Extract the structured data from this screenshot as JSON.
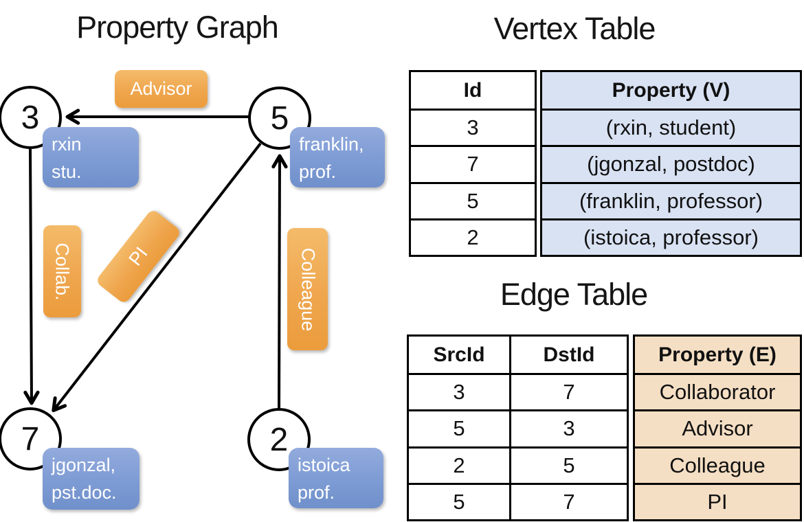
{
  "graph": {
    "title": "Property Graph",
    "vertices": [
      {
        "id": "3",
        "property_lines": [
          "rxin",
          "stu."
        ]
      },
      {
        "id": "5",
        "property_lines": [
          "franklin,",
          "prof."
        ]
      },
      {
        "id": "7",
        "property_lines": [
          "jgonzal,",
          "pst.doc."
        ]
      },
      {
        "id": "2",
        "property_lines": [
          "istoica",
          "prof."
        ]
      }
    ],
    "edges": [
      {
        "src": "5",
        "dst": "3",
        "label": "Advisor"
      },
      {
        "src": "3",
        "dst": "7",
        "label": "Collab."
      },
      {
        "src": "5",
        "dst": "7",
        "label": "PI"
      },
      {
        "src": "2",
        "dst": "5",
        "label": "Colleague"
      }
    ]
  },
  "vertex_table": {
    "title": "Vertex Table",
    "headers": {
      "id": "Id",
      "property": "Property (V)"
    },
    "rows": [
      {
        "id": "3",
        "property": "(rxin, student)"
      },
      {
        "id": "7",
        "property": "(jgonzal, postdoc)"
      },
      {
        "id": "5",
        "property": "(franklin, professor)"
      },
      {
        "id": "2",
        "property": "(istoica, professor)"
      }
    ]
  },
  "edge_table": {
    "title": "Edge Table",
    "headers": {
      "src": "SrcId",
      "dst": "DstId",
      "property": "Property (E)"
    },
    "rows": [
      {
        "src": "3",
        "dst": "7",
        "property": "Collaborator"
      },
      {
        "src": "5",
        "dst": "3",
        "property": "Advisor"
      },
      {
        "src": "2",
        "dst": "5",
        "property": "Colleague"
      },
      {
        "src": "5",
        "dst": "7",
        "property": "PI"
      }
    ]
  },
  "colors": {
    "edge_label_orange": "#EFA64E",
    "vertex_property_blue": "#7E9CD4",
    "vertex_table_fill": "#D9E2F3",
    "edge_table_fill": "#F5DFC4",
    "line_black": "#000000"
  }
}
